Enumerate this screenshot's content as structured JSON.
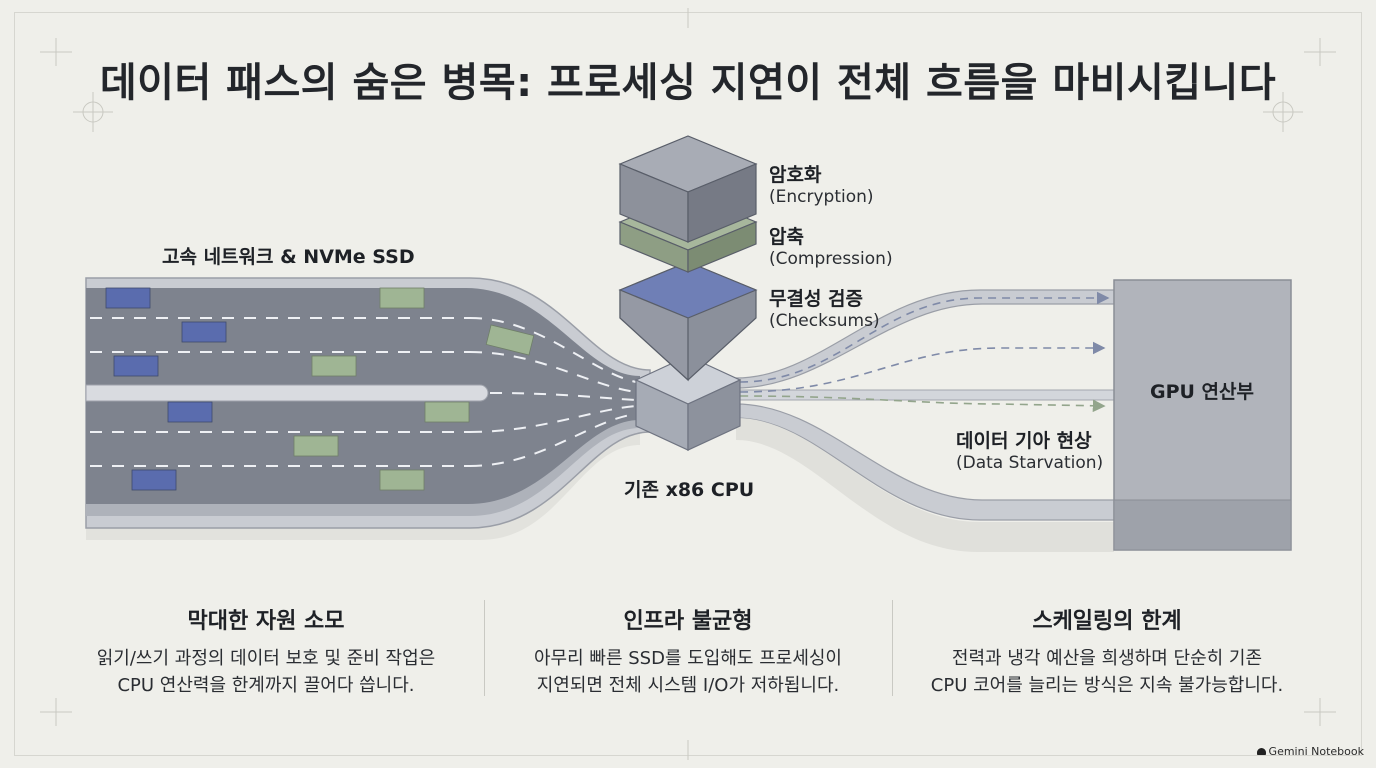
{
  "title": "데이터 패스의 숨은 병목: 프로세싱 지연이 전체 흐름을 마비시킵니다",
  "diagram": {
    "network_label": "고속 네트워크 & NVMe SSD",
    "cpu_label": "기존 x86 CPU",
    "gpu_label": "GPU 연산부",
    "starvation": {
      "title": "데이터 기아 현상",
      "subtitle": "(Data Starvation)"
    },
    "processes": [
      {
        "title": "암호화",
        "subtitle": "(Encryption)"
      },
      {
        "title": "압축",
        "subtitle": "(Compression)"
      },
      {
        "title": "무결성 검증",
        "subtitle": "(Checksums)"
      }
    ],
    "colors": {
      "road": "#7d828d",
      "cpu": "#b4b9c2",
      "packet_blue": "#5a6cae",
      "packet_green": "#9fb594",
      "gpu": "#b1b4bb"
    }
  },
  "columns": [
    {
      "heading": "막대한 자원 소모",
      "line1": "읽기/쓰기 과정의 데이터 보호 및 준비 작업은",
      "line2": "CPU 연산력을 한계까지 끌어다 씁니다."
    },
    {
      "heading": "인프라 불균형",
      "line1": "아무리 빠른 SSD를 도입해도 프로세싱이",
      "line2": "지연되면 전체 시스템 I/O가 저하됩니다."
    },
    {
      "heading": "스케일링의 한계",
      "line1": "전력과 냉각 예산을 희생하며 단순히 기존",
      "line2": "CPU 코어를 늘리는 방식은 지속 불가능합니다."
    }
  ],
  "brand": "Gemini Notebook"
}
